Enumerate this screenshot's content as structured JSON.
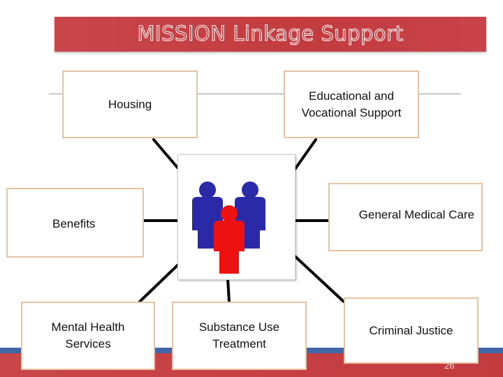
{
  "title": "MISSION Linkage Support",
  "colors": {
    "accent_red": "#c23b3f",
    "box_border": "#e7c3a4",
    "person_blue": "#2a2aa8",
    "person_red": "#ee1111",
    "bottom_blue": "#3f66a6"
  },
  "boxes": {
    "housing": "Housing",
    "educational": "Educational and\nVocational Support",
    "benefits": "Benefits",
    "medical": "General Medical Care",
    "mental_health": "Mental Health\nServices",
    "substance_use": "Substance Use\nTreatment",
    "criminal_justice": "Criminal Justice"
  },
  "center": {
    "icon": "people-group-icon"
  },
  "page_number": "26"
}
